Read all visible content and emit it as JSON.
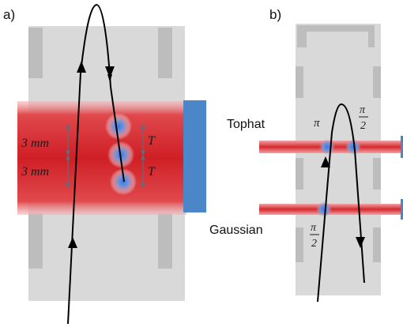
{
  "panel_a": {
    "label": "a)",
    "dim_top": "3 mm",
    "dim_bottom": "3 mm",
    "time_top": "T",
    "time_bottom": "T"
  },
  "panel_b": {
    "label": "b)",
    "tophat_label": "Tophat",
    "gaussian_label": "Gaussian",
    "pi_label": "π",
    "half_pi_top": {
      "numerator": "π",
      "denominator": "2"
    },
    "half_pi_bottom": {
      "numerator": "π",
      "denominator": "2"
    }
  },
  "colors": {
    "chamber": "#d9d9d9",
    "chamber_ribs": "#bdbdbd",
    "beam": "#d42a2e",
    "atom": "#4a7fd8",
    "mirror": "#4a86c8",
    "trajectory": "#000000",
    "dimension_arrows": "#5a6e7e"
  }
}
